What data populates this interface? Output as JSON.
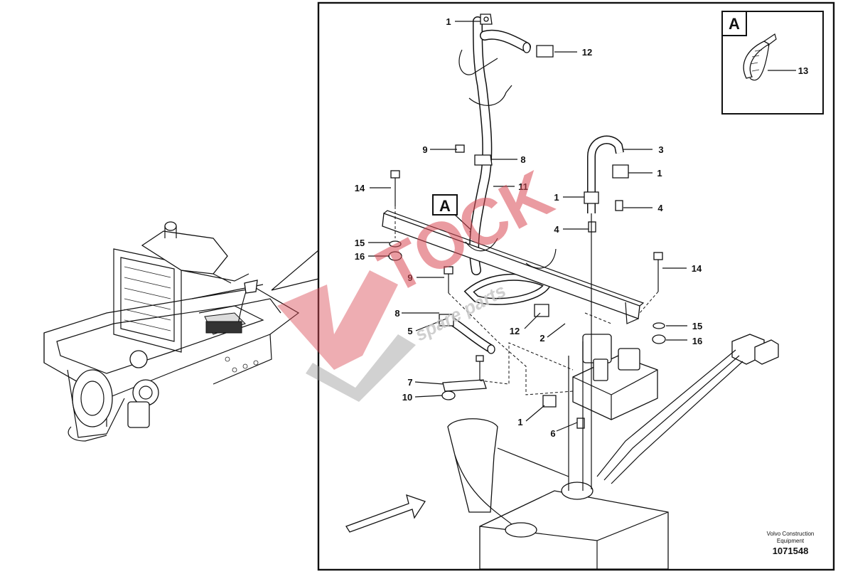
{
  "callouts": [
    {
      "id": "c1a",
      "text": "1"
    },
    {
      "id": "c12a",
      "text": "12"
    },
    {
      "id": "c13",
      "text": "13"
    },
    {
      "id": "c9a",
      "text": "9"
    },
    {
      "id": "c8a",
      "text": "8"
    },
    {
      "id": "c3",
      "text": "3"
    },
    {
      "id": "c1b",
      "text": "1"
    },
    {
      "id": "c14a",
      "text": "14"
    },
    {
      "id": "c11",
      "text": "11"
    },
    {
      "id": "c1c",
      "text": "1"
    },
    {
      "id": "c4a",
      "text": "4"
    },
    {
      "id": "c4b",
      "text": "4"
    },
    {
      "id": "c15a",
      "text": "15"
    },
    {
      "id": "c16a",
      "text": "16"
    },
    {
      "id": "c14b",
      "text": "14"
    },
    {
      "id": "c9b",
      "text": "9"
    },
    {
      "id": "c8b",
      "text": "8"
    },
    {
      "id": "c5",
      "text": "5"
    },
    {
      "id": "c12b",
      "text": "12"
    },
    {
      "id": "c2",
      "text": "2"
    },
    {
      "id": "c15b",
      "text": "15"
    },
    {
      "id": "c16b",
      "text": "16"
    },
    {
      "id": "c7",
      "text": "7"
    },
    {
      "id": "c10",
      "text": "10"
    },
    {
      "id": "c1d",
      "text": "1"
    },
    {
      "id": "c6",
      "text": "6"
    }
  ],
  "detail_labels": {
    "inset": "A",
    "main": "A"
  },
  "footer": {
    "company_line1": "Volvo Construction",
    "company_line2": "Equipment",
    "drawing_number": "1071548"
  },
  "watermark": {
    "brand": "TOCK",
    "sub": "spare parts"
  },
  "colors": {
    "line": "#111111",
    "watermark_red": "#d94a55",
    "watermark_gray": "#9a9a9a"
  }
}
